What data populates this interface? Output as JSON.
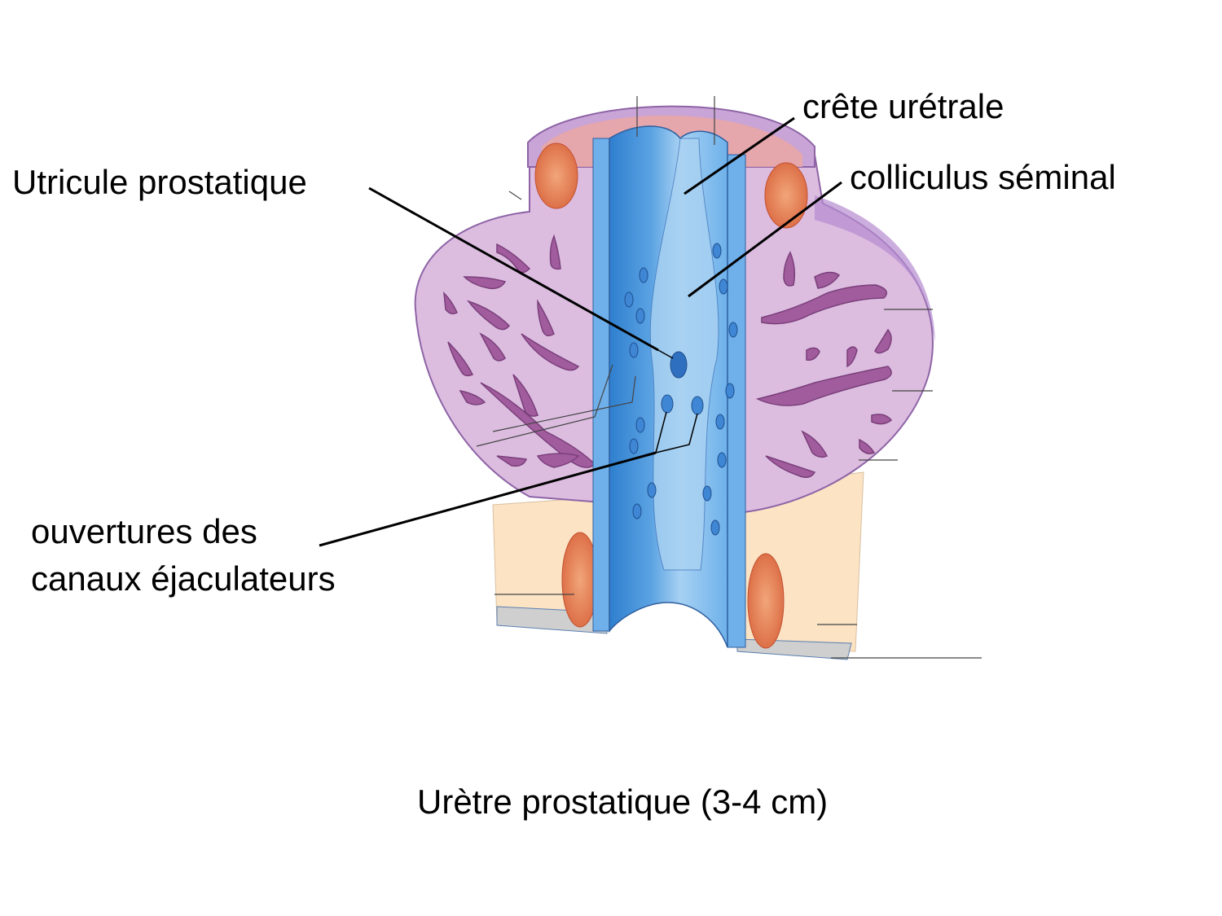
{
  "diagram": {
    "title": "Urètre prostatique (3-4 cm)",
    "labels": {
      "crete_uretrale": "crête urétrale",
      "colliculus_seminal": "colliculus séminal",
      "utricule_prostatique": "Utricule prostatique",
      "ouvertures_line1": "ouvertures des",
      "ouvertures_line2": "canaux éjaculateurs"
    },
    "colors": {
      "prostate_tissue": "#d9b8dc",
      "prostate_outline": "#8e64a6",
      "glands": "#a15c9e",
      "urethra_lumen": "#3e8fd8",
      "urethra_light": "#a9d2f2",
      "sphincter_muscle": "#e88a5a",
      "smooth_muscle": "#eaa7a4",
      "fascia": "#fbe3c4",
      "membrane": "#c8c8c8",
      "leader_line": "#000000"
    }
  }
}
